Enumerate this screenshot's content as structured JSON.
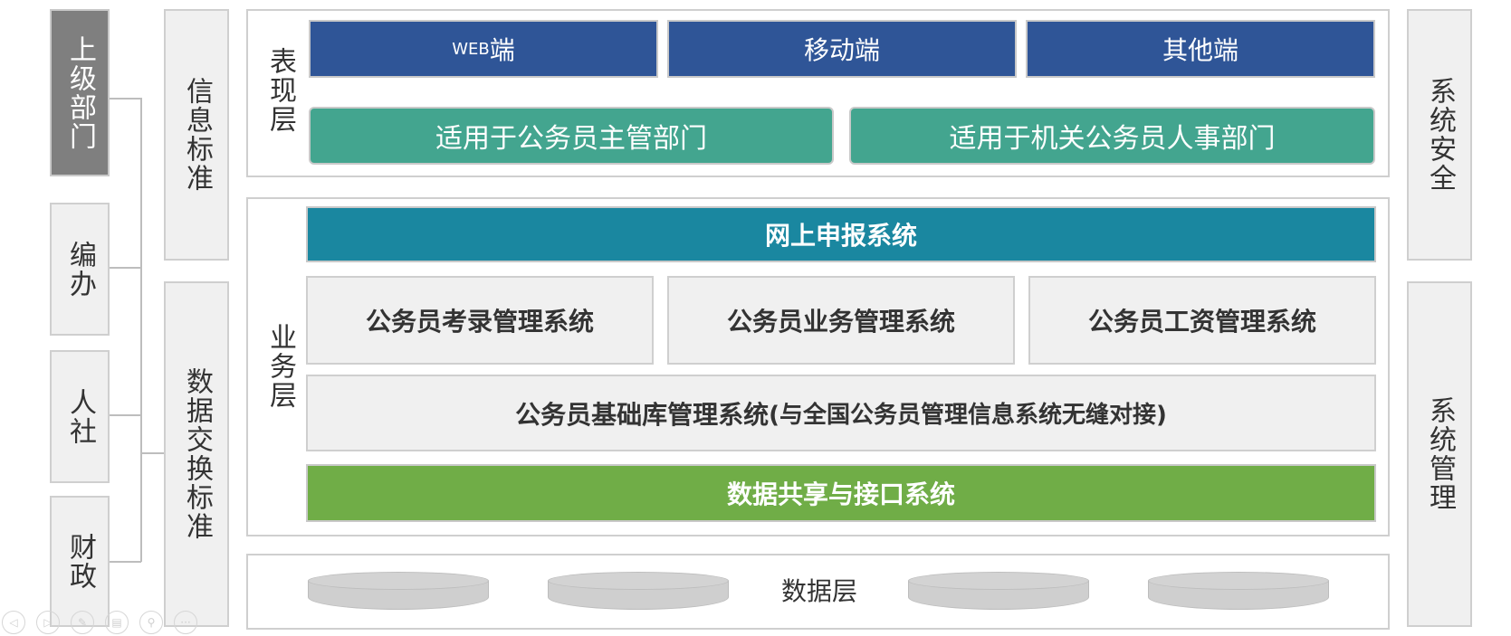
{
  "left_departments": [
    "上级部门",
    "编办",
    "人社",
    "财政"
  ],
  "standards": [
    "信息标准",
    "数据交换标准"
  ],
  "right_columns": [
    "系统安全",
    "系统管理"
  ],
  "presentation": {
    "label": "表现层",
    "web_prefix": "WEB",
    "web_suffix": "端",
    "mobile": "移动端",
    "other": "其他端",
    "dept_left": "适用于公务员主管部门",
    "dept_right": "适用于机关公务员人事部门"
  },
  "business": {
    "label": "业务层",
    "online": "网上申报系统",
    "kaolu": "公务员考录管理系统",
    "yewu": "公务员业务管理系统",
    "gongzi": "公务员工资管理系统",
    "base_main": "公务员基础库管理系统",
    "base_note": "(与全国公务员管理信息系统无缝对接)",
    "share": "数据共享与接口系统"
  },
  "data_layer": {
    "label": "数据层"
  },
  "nav_icons": [
    "prev-icon",
    "next-icon",
    "pen-icon",
    "slides-icon",
    "zoom-icon",
    "more-icon"
  ],
  "colors": {
    "navy": "#2f5597",
    "teal": "#43a58f",
    "online_blue": "#1a87a0",
    "green": "#70ad47",
    "dark_grey": "#7f7f7f"
  }
}
